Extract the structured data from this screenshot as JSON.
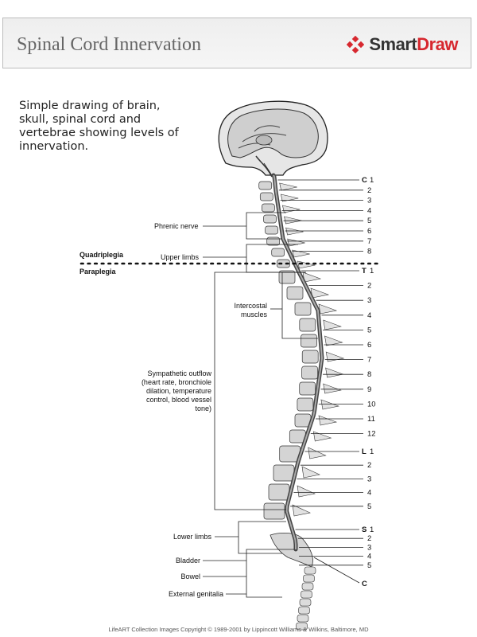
{
  "header": {
    "title": "Spinal Cord Innervation",
    "logo": {
      "brand_part1": "Smart",
      "brand_part2": "Draw",
      "icon": "smartdraw-diamond-logo-icon",
      "brand_color": "#d7282f"
    }
  },
  "description": "Simple drawing of brain, skull, spinal cord and vertebrae showing levels of innervation.",
  "diagram": {
    "levels": {
      "quadriplegia": "Quadriplegia",
      "paraplegia": "Paraplegia"
    },
    "left_labels": {
      "phrenic_nerve": "Phrenic nerve",
      "upper_limbs": "Upper limbs",
      "intercostal_line1": "Intercostal",
      "intercostal_line2": "muscles",
      "sympathetic_line1": "Sympathetic outflow",
      "sympathetic_line2": "(heart rate, bronchiole",
      "sympathetic_line3": "dilation, temperature",
      "sympathetic_line4": "control, blood vessel",
      "sympathetic_line5": "tone)",
      "lower_limbs": "Lower limbs",
      "bladder": "Bladder",
      "bowel": "Bowel",
      "external_genitalia": "External genitalia"
    },
    "segments": {
      "cervical_letter": "C",
      "cervical": [
        "1",
        "2",
        "3",
        "4",
        "5",
        "6",
        "7",
        "8"
      ],
      "thoracic_letter": "T",
      "thoracic": [
        "1",
        "2",
        "3",
        "4",
        "5",
        "6",
        "7",
        "8",
        "9",
        "10",
        "11",
        "12"
      ],
      "lumbar_letter": "L",
      "lumbar": [
        "1",
        "2",
        "3",
        "4",
        "5"
      ],
      "sacral_letter": "S",
      "sacral": [
        "1",
        "2",
        "3",
        "4",
        "5"
      ],
      "coccygeal_letter": "C"
    }
  },
  "footer": "LifeART Collection Images Copyright © 1989-2001 by Lippincott Williams & Wilkins, Baltimore, MD"
}
